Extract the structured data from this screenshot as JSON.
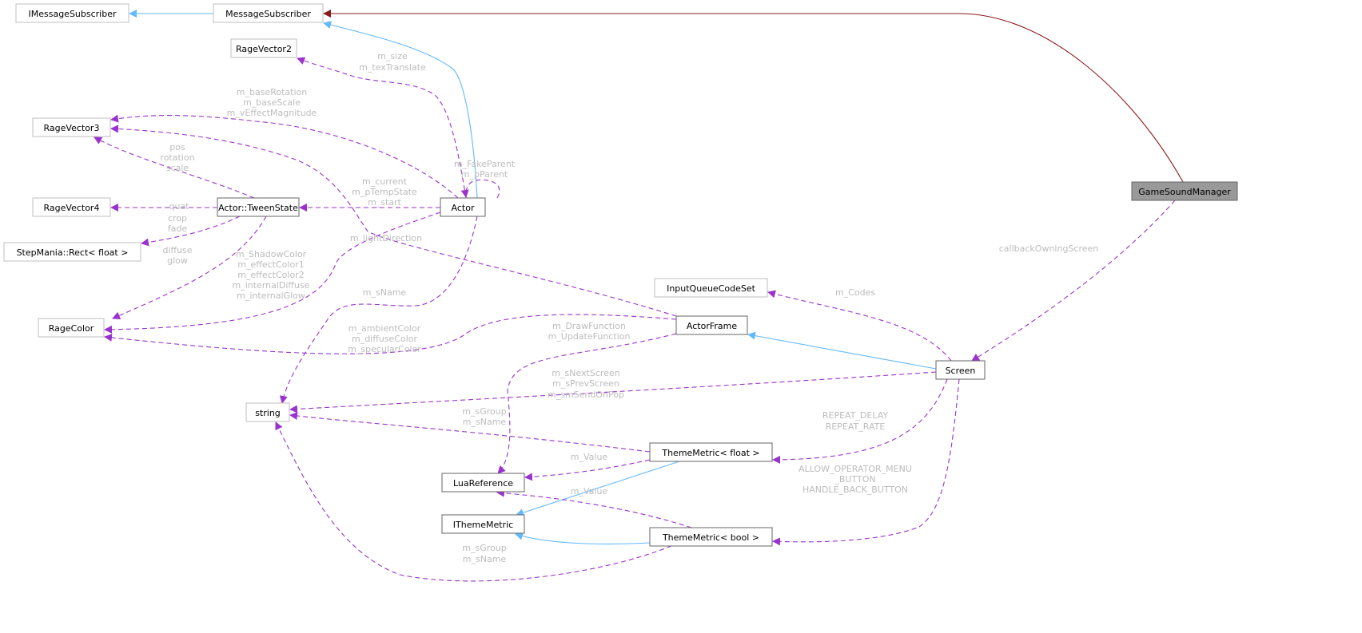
{
  "nodes": {
    "imessagesubscriber": "IMessageSubscriber",
    "messagesubscriber": "MessageSubscriber",
    "ragevector2": "RageVector2",
    "ragevector3": "RageVector3",
    "ragevector4": "RageVector4",
    "tweenstate": "Actor::TweenState",
    "actor": "Actor",
    "rect": "StepMania::Rect< float >",
    "ragecolor": "RageColor",
    "inputqueuecodeset": "InputQueueCodeSet",
    "actorframe": "ActorFrame",
    "screen": "Screen",
    "gamesoundmanager": "GameSoundManager",
    "string": "string",
    "thememetric_float": "ThemeMetric< float >",
    "luareference": "LuaReference",
    "ithememetric": "IThemeMetric",
    "thememetric_bool": "ThemeMetric< bool >"
  },
  "labels": {
    "size": [
      "m_size",
      "m_texTranslate"
    ],
    "base": [
      "m_baseRotation",
      "m_baseScale",
      "m_vEffectMagnitude"
    ],
    "pos": [
      "pos",
      "rotation",
      "scale"
    ],
    "parent": [
      "m_FakeParent",
      "m_pParent"
    ],
    "current": [
      "m_current",
      "m_pTempState",
      "m_start"
    ],
    "light": [
      "m_lightDirection"
    ],
    "quat": [
      "quat"
    ],
    "crop": [
      "crop",
      "fade"
    ],
    "diffuse": [
      "diffuse",
      "glow"
    ],
    "shadow": [
      "m_ShadowColor",
      "m_effectColor1",
      "m_effectColor2",
      "m_internalDiffuse",
      "m_internalGlow"
    ],
    "sname": [
      "m_sName"
    ],
    "ambient": [
      "m_ambientColor",
      "m_diffuseColor",
      "m_specularColor"
    ],
    "draw": [
      "m_DrawFunction",
      "m_UpdateFunction"
    ],
    "codes": [
      "m_Codes"
    ],
    "callback": [
      "callbackOwningScreen"
    ],
    "next": [
      "m_sNextScreen",
      "m_sPrevScreen",
      "m_smSendOnPop"
    ],
    "group1": [
      "m_sGroup",
      "m_sName"
    ],
    "repeat": [
      "REPEAT_DELAY",
      "REPEAT_RATE"
    ],
    "value1": [
      "m_Value"
    ],
    "value2": [
      "m_Value"
    ],
    "allow": [
      "ALLOW_OPERATOR_MENU",
      "_BUTTON",
      "HANDLE_BACK_BUTTON"
    ],
    "group2": [
      "m_sGroup",
      "m_sName"
    ]
  },
  "colors": {
    "inheritance": "#63b8ff",
    "usage": "#9a32cd",
    "private": "#8b1a1a",
    "current_node": "#999999"
  }
}
